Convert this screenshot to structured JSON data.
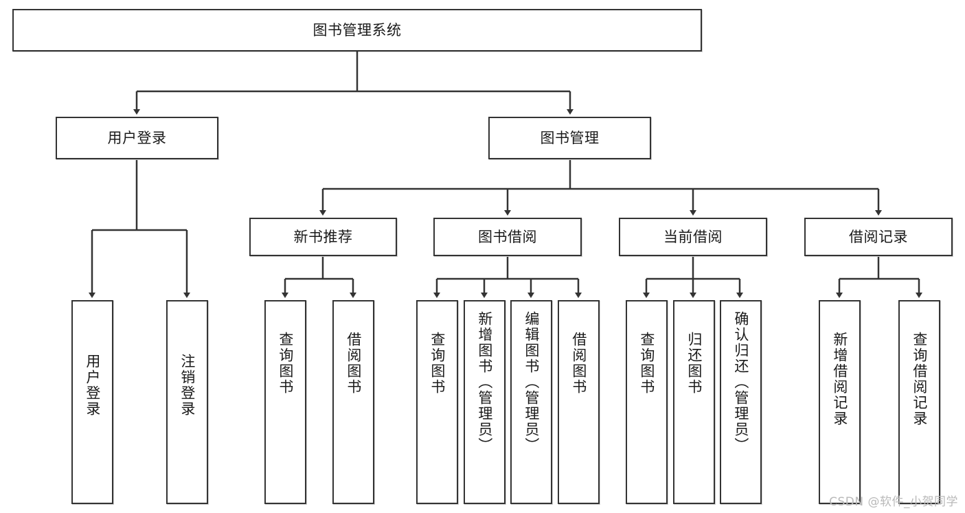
{
  "diagram": {
    "type": "tree",
    "title": "图书管理系统",
    "root": {
      "id": "root",
      "label": "图书管理系统"
    },
    "level2": [
      {
        "id": "user-login",
        "label": "用户登录"
      },
      {
        "id": "book-manage",
        "label": "图书管理"
      }
    ],
    "level3": [
      {
        "id": "new-book-rec",
        "label": "新书推荐",
        "parent": "book-manage"
      },
      {
        "id": "book-borrow",
        "label": "图书借阅",
        "parent": "book-manage"
      },
      {
        "id": "current-borrow",
        "label": "当前借阅",
        "parent": "book-manage"
      },
      {
        "id": "borrow-record",
        "label": "借阅记录",
        "parent": "book-manage"
      }
    ],
    "leaves": [
      {
        "id": "leaf-user-login",
        "label": "用户登录",
        "parent": "user-login"
      },
      {
        "id": "leaf-user-logout",
        "label": "注销登录",
        "parent": "user-login"
      },
      {
        "id": "leaf-query-book-1",
        "label": "查询图书",
        "parent": "new-book-rec"
      },
      {
        "id": "leaf-borrow-book-1",
        "label": "借阅图书",
        "parent": "new-book-rec"
      },
      {
        "id": "leaf-query-book-2",
        "label": "查询图书",
        "parent": "book-borrow"
      },
      {
        "id": "leaf-add-book",
        "label": "新增图书（管理员）",
        "parent": "book-borrow"
      },
      {
        "id": "leaf-edit-book",
        "label": "编辑图书（管理员）",
        "parent": "book-borrow"
      },
      {
        "id": "leaf-borrow-book-2",
        "label": "借阅图书",
        "parent": "book-borrow"
      },
      {
        "id": "leaf-query-book-3",
        "label": "查询图书",
        "parent": "current-borrow"
      },
      {
        "id": "leaf-return-book",
        "label": "归还图书",
        "parent": "current-borrow"
      },
      {
        "id": "leaf-confirm-return",
        "label": "确认归还（管理员）",
        "parent": "current-borrow"
      },
      {
        "id": "leaf-add-record",
        "label": "新增借阅记录",
        "parent": "borrow-record"
      },
      {
        "id": "leaf-query-record",
        "label": "查询借阅记录",
        "parent": "borrow-record"
      }
    ],
    "colors": {
      "stroke": "#333333",
      "fill": "#ffffff",
      "text": "#1a1a1a",
      "watermark": "#b9b9b9"
    }
  },
  "watermark": {
    "text": "CSDN @软件_小贺同学"
  }
}
